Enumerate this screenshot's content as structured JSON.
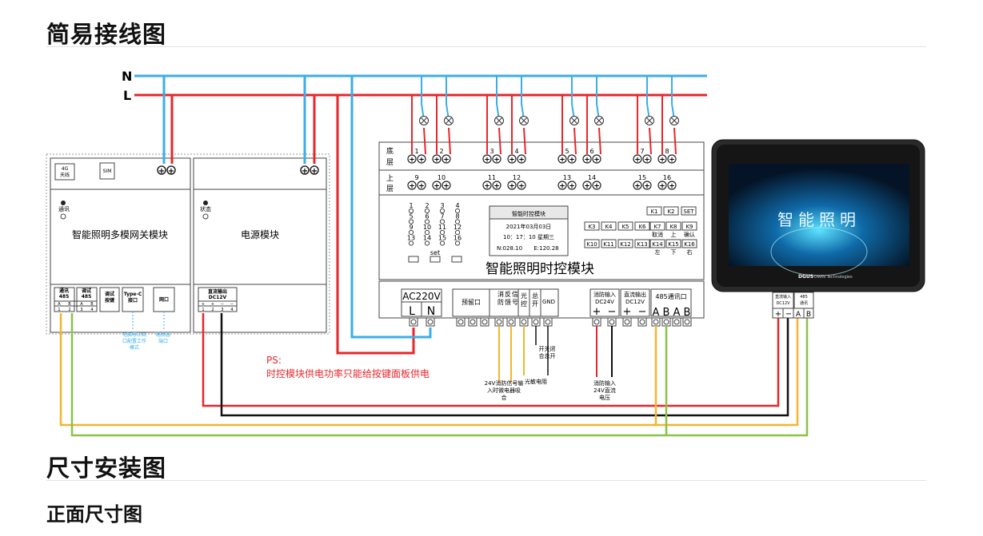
{
  "headings": {
    "wiring": "简易接线图",
    "dimensions": "尺寸安装图",
    "front": "正面尺寸图"
  },
  "bus": {
    "n": "N",
    "l": "L"
  },
  "gateway": {
    "title": "智能照明多模网关模块",
    "antenna": "4G\n天线",
    "sim": "SIM",
    "comm": "通讯",
    "port_485a": "通讯\n485",
    "port_485b": "调试\n485",
    "debug_btn": "调试\n按键",
    "typec": "Type-C\n接口",
    "eth": "网口",
    "pins_left": [
      "A",
      "B",
      "A",
      "B"
    ],
    "pins_num": [
      "1",
      "2",
      "3",
      "4"
    ],
    "note_typec": "电脑等USB\n口配置工作\n模式",
    "note_eth": "路由器\n端口"
  },
  "power": {
    "title": "电源模块",
    "status": "状态",
    "output": "直流输出\nDC12V",
    "pins_sign": [
      "+",
      "+",
      "−",
      "−"
    ],
    "pins_num": [
      "1",
      "2",
      "3",
      "4"
    ]
  },
  "timer": {
    "title": "智能照明时控模块",
    "row_bottom": "底\n层",
    "row_top": "上\n层",
    "bottom_channels": [
      "1",
      "2",
      "3",
      "4",
      "5",
      "6",
      "7",
      "8"
    ],
    "top_channels": [
      "9",
      "10",
      "11",
      "12",
      "13",
      "14",
      "15",
      "16"
    ],
    "led_labels": [
      "1",
      "2",
      "3",
      "4",
      "5",
      "6",
      "7",
      "8",
      "9",
      "10",
      "11",
      "12",
      "13",
      "14",
      "15",
      "16"
    ],
    "set": "set",
    "screen_title": "智能时控模块",
    "screen_date": "2021年03月03日",
    "screen_time": "10：17：10   星期三",
    "screen_coord_n": "N:028.10",
    "screen_coord_e": "E:120.28",
    "keys_row1": [
      "K1",
      "K2",
      "SET"
    ],
    "keys_row2": [
      "K3",
      "K4",
      "K5",
      "K6",
      "K7",
      "K8",
      "K9"
    ],
    "keys_row2_sub": [
      "取消",
      "上",
      "确认"
    ],
    "keys_row3": [
      "K10",
      "K11",
      "K12",
      "K13",
      "K14",
      "K15",
      "K16"
    ],
    "keys_row3_sub": [
      "左",
      "下",
      "右"
    ],
    "ac": "AC220V",
    "ac_l": "L",
    "ac_n": "N",
    "reserved": "预留口",
    "fire": "消\n防",
    "feedback": "反\n馈",
    "signal": "信\n号",
    "light_ctrl": "光\n控",
    "master": "总\n开",
    "gnd": "GND",
    "fire_in": "消防输入\nDC24V",
    "dc_out": "直流输出\nDC12V",
    "rs485": "485通讯口",
    "pm": [
      "+",
      "−",
      "+",
      "−"
    ],
    "abab": [
      "A",
      "B",
      "A",
      "B"
    ]
  },
  "notes": {
    "ps_title": "PS:",
    "ps_text": "时控模块供电功率只能给按键面板供电",
    "fire_signal": "24V消防信号输\n入时微电器吸\n合",
    "light_sensor": "光敏电阻",
    "switch": "开关闭\n合总开",
    "fire_input": "消防输入\n24V直流\n电压"
  },
  "panel": {
    "screen_text": "智能照明",
    "brand": "DGUS",
    "brand_sub": "DWIN Technologies",
    "dc_label": "直流输入\nDC12V",
    "comm_label": "485\n通讯",
    "pins": [
      "+",
      "−",
      "A",
      "B"
    ]
  },
  "colors": {
    "n_wire": "#3aaee8",
    "l_wire": "#e8262b",
    "yellow_wire": "#f3b52e",
    "green_wire": "#8cc14a",
    "black_wire": "#111111"
  }
}
